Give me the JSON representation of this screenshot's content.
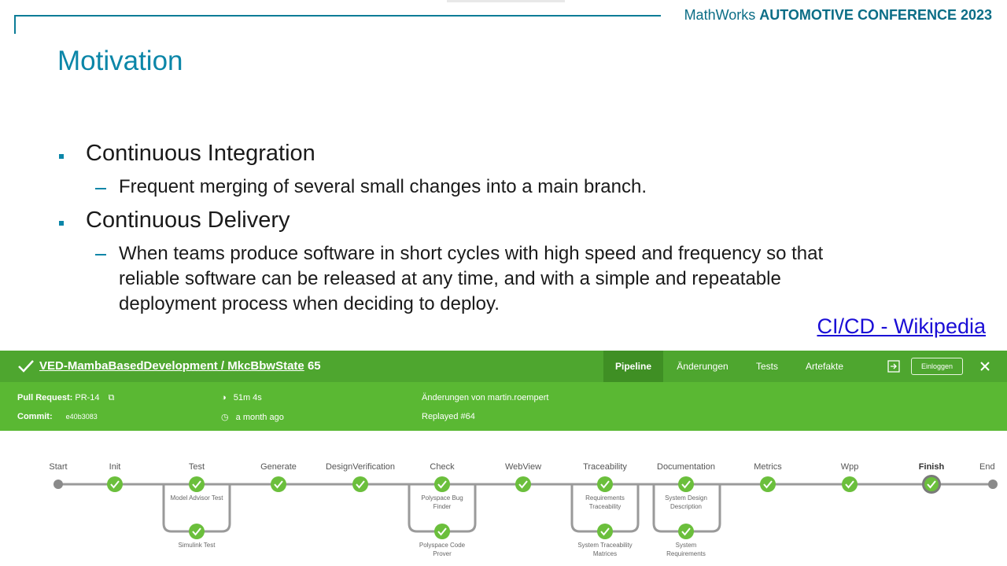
{
  "header": {
    "brand": "MathWorks",
    "conference": "AUTOMOTIVE CONFERENCE 2023"
  },
  "slide": {
    "title": "Motivation",
    "bullets": [
      {
        "label": "Continuous Integration",
        "sub": "Frequent merging of several small changes into a main branch."
      },
      {
        "label": "Continuous Delivery",
        "sub_lines": [
          "When teams produce software in short cycles with high speed and frequency so that",
          "reliable software can be released at any time, and with a simple and repeatable",
          "deployment process when deciding to deploy."
        ]
      }
    ],
    "link": "CI/CD - Wikipedia"
  },
  "jenkins": {
    "job_path": "VED-MambaBasedDevelopment / MkcBbwState",
    "run_number": "65",
    "tabs": [
      "Pipeline",
      "Änderungen",
      "Tests",
      "Artefakte"
    ],
    "login_label": "Einloggen",
    "info": {
      "pr_label": "Pull Request:",
      "pr_value": "PR-14",
      "commit_label": "Commit:",
      "commit_value": "e40b3083",
      "duration": "51m 4s",
      "time_ago": "a month ago",
      "changes": "Änderungen von martin.roempert",
      "replayed": "Replayed #64"
    },
    "stages": [
      "Start",
      "Init",
      "Test",
      "Generate",
      "DesignVerification",
      "Check",
      "WebView",
      "Traceability",
      "Documentation",
      "Metrics",
      "Wpp",
      "Finish",
      "End"
    ],
    "sub_stages": {
      "test": [
        "Model Advisor Test",
        "Simulink Test"
      ],
      "check": [
        "Polyspace Bug Finder",
        "Polyspace Code Prover"
      ],
      "traceability": [
        "Requirements Traceability",
        "System Traceability Matrices"
      ],
      "documentation": [
        "System Design Description",
        "System Requirements"
      ]
    },
    "colors": {
      "header_bg": "#4ea62f",
      "info_bg": "#5ab833",
      "success": "#6bbf3c"
    }
  }
}
